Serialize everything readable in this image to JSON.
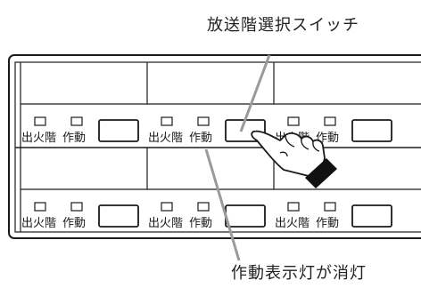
{
  "callouts": {
    "floor_select_switch": "放送階選択スイッチ",
    "operation_lamp_off": "作動表示灯が消灯"
  },
  "panel": {
    "rows": [
      {
        "units": [
          {
            "fire_label": "出火階",
            "operation_label": "作動"
          },
          {
            "fire_label": "出火階",
            "operation_label": "作動"
          },
          {
            "fire_label": "出火階",
            "operation_label": "作動"
          }
        ]
      },
      {
        "units": [
          {
            "fire_label": "出火階",
            "operation_label": "作動"
          },
          {
            "fire_label": "出火階",
            "operation_label": "作動"
          },
          {
            "fire_label": "出火階",
            "operation_label": "作動"
          }
        ]
      }
    ]
  },
  "colors": {
    "line": "#1a1a1a",
    "leader": "#9a9a9a",
    "cuff": "#111111"
  },
  "icons": {
    "hand": "pointing-hand-icon"
  }
}
